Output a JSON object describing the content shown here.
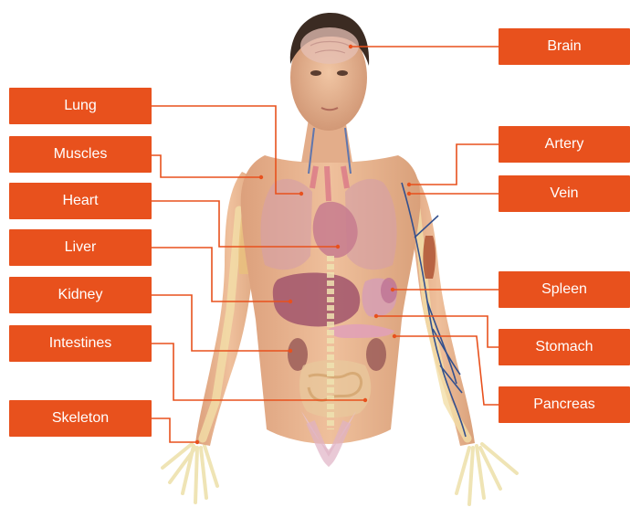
{
  "labels": {
    "brain": "Brain",
    "lung": "Lung",
    "muscles": "Muscles",
    "heart": "Heart",
    "liver": "Liver",
    "kidney": "Kidney",
    "intestines": "Intestines",
    "skeleton": "Skeleton",
    "artery": "Artery",
    "vein": "Vein",
    "spleen": "Spleen",
    "stomach": "Stomach",
    "pancreas": "Pancreas"
  },
  "colors": {
    "label_bg": "#e8511d",
    "label_text": "#ffffff",
    "leader_line": "#e8511d",
    "skin": "#e9b58f",
    "skin_shade": "#d59a72",
    "hair": "#3b2b22",
    "organ_pink": "#c98a99",
    "liver": "#a5566b",
    "kidney": "#a05a55",
    "bone": "#f3e7b8",
    "vein": "#33508e"
  },
  "icons": {
    "figure": "human-anatomy-illustration"
  }
}
